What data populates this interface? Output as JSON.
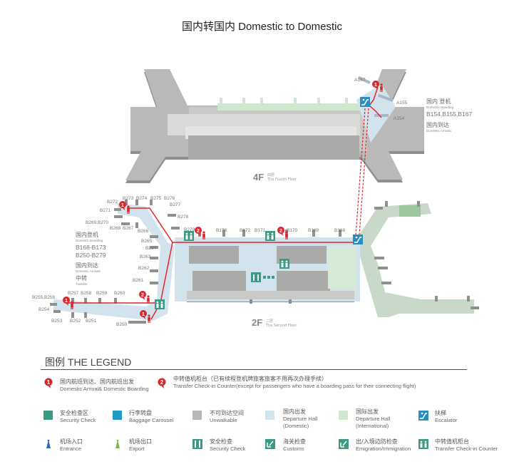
{
  "title": "国内转国内 Domestic to Domestic",
  "colors": {
    "route_red": "#e0262b",
    "security_check": "#3a9a84",
    "baggage_carousel": "#1f9cc4",
    "unwalkable": "#b8b8b6",
    "departure_domestic": "#d2e3ee",
    "departure_international": "#cfe6cf",
    "escalator": "#2a8fc0"
  },
  "floor4": {
    "label": "4F",
    "label_cn": "四层",
    "label_en": "The Fourth Floor",
    "gates": [
      "A167",
      "A155",
      "A154"
    ],
    "info": {
      "boarding_cn": "国内 登机",
      "boarding_en": "Domestic Boarding",
      "boarding_gates": "B154,B155,B167",
      "arrivals_cn": "国内到达",
      "arrivals_en": "Domestic Arrivals"
    }
  },
  "floor2": {
    "label": "2F",
    "label_cn": "二层",
    "label_en": "The Second Floor",
    "gates_top": [
      "B273",
      "B274",
      "B275",
      "B276",
      "B277",
      "B272",
      "B271",
      "B269,B270",
      "B268",
      "B267",
      "B278",
      "B279",
      "B266",
      "B265",
      "B264",
      "B263",
      "B262",
      "B261"
    ],
    "gates_south": [
      "B257",
      "B258",
      "B259",
      "B260",
      "B255,B256",
      "B254",
      "B253",
      "B252",
      "B251",
      "B250"
    ],
    "gates_main": [
      "B173",
      "B172",
      "B171",
      "B170",
      "B169",
      "B168"
    ],
    "info": {
      "boarding_cn": "国内登机",
      "boarding_en": "Domestic Boarding",
      "boarding_gates_1": "B168-B173",
      "boarding_gates_2": "B250-B279",
      "arrivals_cn": "国内到达",
      "arrivals_en": "Domestic Arrivals",
      "transfer_cn": "中转",
      "transfer_en": "Transfer"
    }
  },
  "legend": {
    "heading": "图例  THE LEGEND",
    "markers": [
      {
        "badge": "1",
        "cn": "国内航班到达、国内航班出发",
        "en": "Domestic Arrival& Domestic Boarding"
      },
      {
        "badge": "2",
        "cn": "中转值机柜台（已有续程登机牌旅客旅客不用再次办理手续）",
        "en": "Transfer Check-in Counter(except for passengers who have a boarding pass for their connecting flight)"
      }
    ],
    "swatches": [
      {
        "cn": "安全检查区",
        "en": "Security Check",
        "color": "#3a9a84"
      },
      {
        "cn": "行李转盘",
        "en": "Baggage Carousel",
        "color": "#1f9cc4"
      },
      {
        "cn": "不可到达空间",
        "en": "Unwalkable",
        "color": "#b8b8b6"
      },
      {
        "cn": "国内出发",
        "en": "Departure Hall (Domestic)",
        "color": "#d2e3ee"
      },
      {
        "cn": "国际出发",
        "en": "Departure Hall (International)",
        "color": "#cfe6cf"
      },
      {
        "cn": "扶梯",
        "en": "Escalator",
        "icon": "escalator-icon"
      }
    ],
    "icons": [
      {
        "cn": "机场入口",
        "en": "Entrance",
        "icon": "entrance-icon"
      },
      {
        "cn": "机场出口",
        "en": "Export",
        "icon": "exit-icon"
      },
      {
        "cn": "安全检查",
        "en": "Security Check",
        "icon": "security-check-icon"
      },
      {
        "cn": "海关检查",
        "en": "Customs",
        "icon": "customs-icon"
      },
      {
        "cn": "出/入境边防检查",
        "en": "Emigration/Immigration",
        "icon": "immigration-icon"
      },
      {
        "cn": "中转值机柜台",
        "en": "Transfer Check-in Counter",
        "icon": "transfer-counter-icon"
      }
    ]
  }
}
